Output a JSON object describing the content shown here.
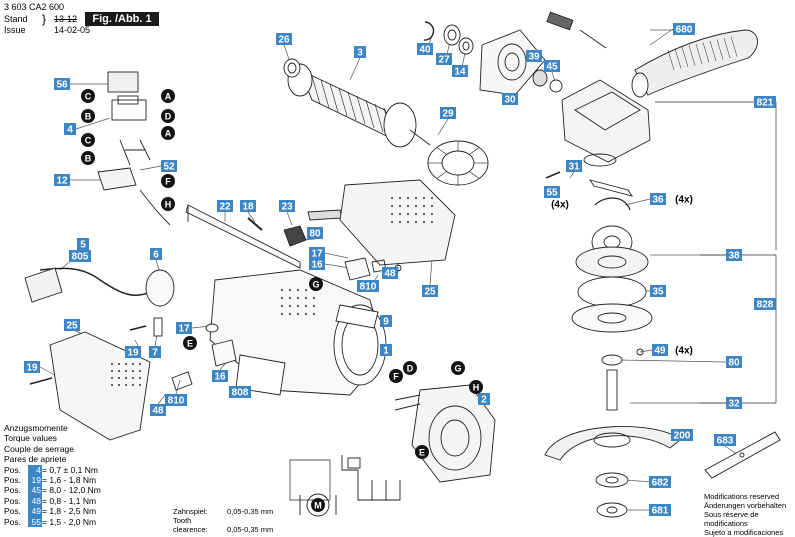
{
  "header": {
    "doc_number": "3 603 CA2 600",
    "stand_label": "Stand",
    "issue_label": "Issue",
    "stand_old": "13-12",
    "issue_date": "14-02-05",
    "figure_label": "Fig. /Abb. 1"
  },
  "callouts": [
    {
      "id": "c26",
      "text": "26"
    },
    {
      "id": "c3",
      "text": "3"
    },
    {
      "id": "c40",
      "text": "40"
    },
    {
      "id": "c27",
      "text": "27"
    },
    {
      "id": "c14",
      "text": "14"
    },
    {
      "id": "c30",
      "text": "30"
    },
    {
      "id": "c39",
      "text": "39"
    },
    {
      "id": "c45",
      "text": "45"
    },
    {
      "id": "c680",
      "text": "680"
    },
    {
      "id": "c821",
      "text": "821"
    },
    {
      "id": "c29",
      "text": "29"
    },
    {
      "id": "c56",
      "text": "56"
    },
    {
      "id": "c4",
      "text": "4"
    },
    {
      "id": "c52",
      "text": "52"
    },
    {
      "id": "c12",
      "text": "12"
    },
    {
      "id": "c31",
      "text": "31"
    },
    {
      "id": "c55",
      "text": "55"
    },
    {
      "id": "c4x_55",
      "text": "(4x)"
    },
    {
      "id": "c36",
      "text": "36"
    },
    {
      "id": "c36x",
      "text": "(4x)"
    },
    {
      "id": "c22",
      "text": "22"
    },
    {
      "id": "c18",
      "text": "18"
    },
    {
      "id": "c23",
      "text": "23"
    },
    {
      "id": "c80a",
      "text": "80"
    },
    {
      "id": "c5",
      "text": "5"
    },
    {
      "id": "c805",
      "text": "805"
    },
    {
      "id": "c6",
      "text": "6"
    },
    {
      "id": "c17a",
      "text": "17"
    },
    {
      "id": "c16a",
      "text": "16"
    },
    {
      "id": "c48a",
      "text": "48"
    },
    {
      "id": "c810a",
      "text": "810"
    },
    {
      "id": "c25a",
      "text": "25"
    },
    {
      "id": "c38",
      "text": "38"
    },
    {
      "id": "c35",
      "text": "35"
    },
    {
      "id": "c828",
      "text": "828"
    },
    {
      "id": "c25b",
      "text": "25"
    },
    {
      "id": "c9",
      "text": "9"
    },
    {
      "id": "c1",
      "text": "1"
    },
    {
      "id": "c7",
      "text": "7"
    },
    {
      "id": "c19a",
      "text": "19"
    },
    {
      "id": "c17b",
      "text": "17"
    },
    {
      "id": "c49",
      "text": "49"
    },
    {
      "id": "c49x",
      "text": "(4x)"
    },
    {
      "id": "c80b",
      "text": "80"
    },
    {
      "id": "c19b",
      "text": "19"
    },
    {
      "id": "c16b",
      "text": "16"
    },
    {
      "id": "c810b",
      "text": "810"
    },
    {
      "id": "c48b",
      "text": "48"
    },
    {
      "id": "c808",
      "text": "808"
    },
    {
      "id": "c2",
      "text": "2"
    },
    {
      "id": "c32",
      "text": "32"
    },
    {
      "id": "c200",
      "text": "200"
    },
    {
      "id": "c683",
      "text": "683"
    },
    {
      "id": "c682",
      "text": "682"
    },
    {
      "id": "c681",
      "text": "681"
    }
  ],
  "letter_markers": [
    {
      "id": "mC1",
      "text": "C"
    },
    {
      "id": "mA1",
      "text": "A"
    },
    {
      "id": "mB1",
      "text": "B"
    },
    {
      "id": "mD1",
      "text": "D"
    },
    {
      "id": "mC2",
      "text": "C"
    },
    {
      "id": "mA2",
      "text": "A"
    },
    {
      "id": "mB2",
      "text": "B"
    },
    {
      "id": "mF1",
      "text": "F"
    },
    {
      "id": "mH1",
      "text": "H"
    },
    {
      "id": "mG1",
      "text": "G"
    },
    {
      "id": "mE1",
      "text": "E"
    },
    {
      "id": "mD2",
      "text": "D"
    },
    {
      "id": "mG2",
      "text": "G"
    },
    {
      "id": "mF2",
      "text": "F"
    },
    {
      "id": "mH2",
      "text": "H"
    },
    {
      "id": "mE2",
      "text": "E"
    },
    {
      "id": "mM",
      "text": "M"
    }
  ],
  "torque": {
    "title_de": "Anzugsmomente",
    "title_en": "Torque values",
    "title_fr": "Couple de serrage",
    "title_es": "Pares de apriete",
    "rows": [
      {
        "pos": "Pos.",
        "num": "4",
        "value": "= 0,7 ±  0,1 Nm"
      },
      {
        "pos": "Pos.",
        "num": "19",
        "value": "= 1,6 -  1,8 Nm"
      },
      {
        "pos": "Pos.",
        "num": "45",
        "value": "= 8,0 - 12,0 Nm"
      },
      {
        "pos": "Pos.",
        "num": "48",
        "value": "= 0,8 -  1,1 Nm"
      },
      {
        "pos": "Pos.",
        "num": "49",
        "value": "= 1,8 -  2,5 Nm"
      },
      {
        "pos": "Pos.",
        "num": "55",
        "value": "= 1,5 -  2,0 Nm"
      }
    ]
  },
  "clearance": {
    "label_de": "Zahnspiel:",
    "label_en": "Tooth clearence:",
    "value_de": "0,05-0,35 mm",
    "value_en": "0,05-0,35 mm"
  },
  "modifications": [
    "Modifications reserved",
    "Änderungen vorbehalten",
    "Sous réserve de modifications",
    "Sujeto a modificaciones"
  ],
  "colors": {
    "callout_blue": "#3d86c6",
    "marker_black": "#141414",
    "line": "#222222",
    "leader": "#555555"
  }
}
